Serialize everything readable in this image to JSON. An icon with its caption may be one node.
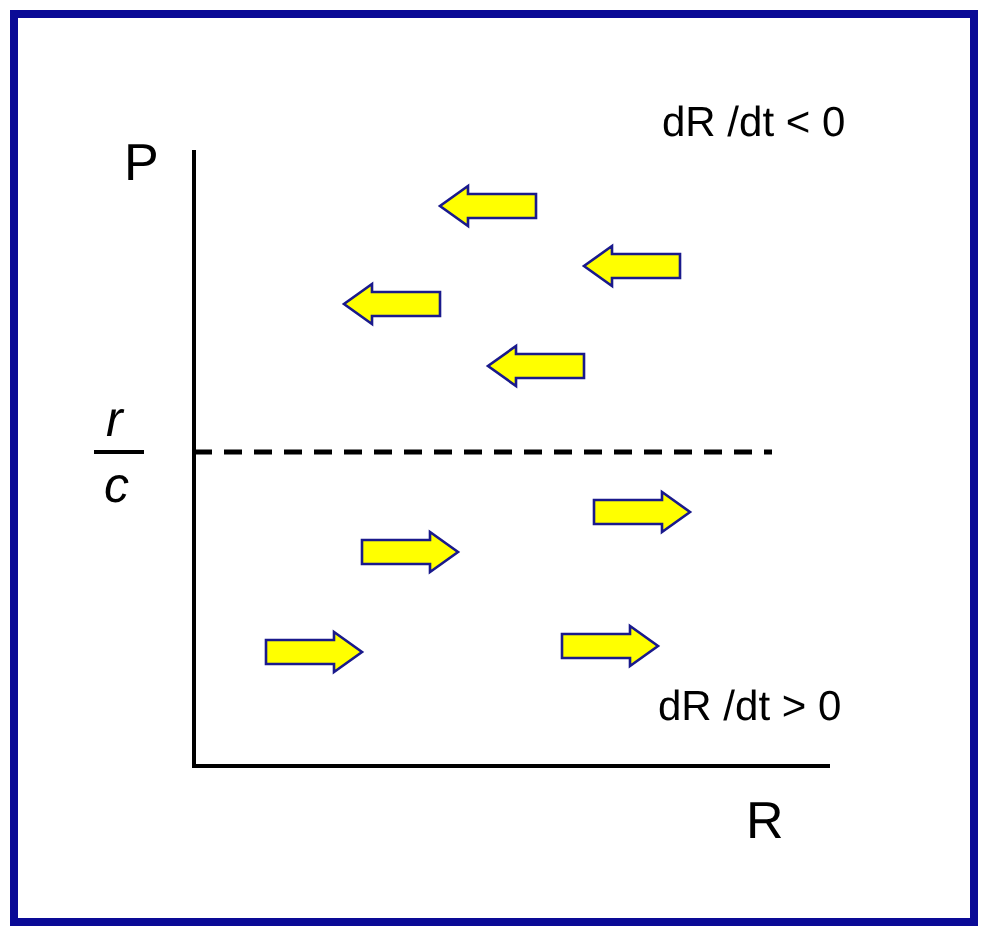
{
  "diagram": {
    "labels": [
      "dR /dt < 0",
      "P",
      "r",
      "c",
      "dR /dt > 0",
      "R"
    ]
  }
}
